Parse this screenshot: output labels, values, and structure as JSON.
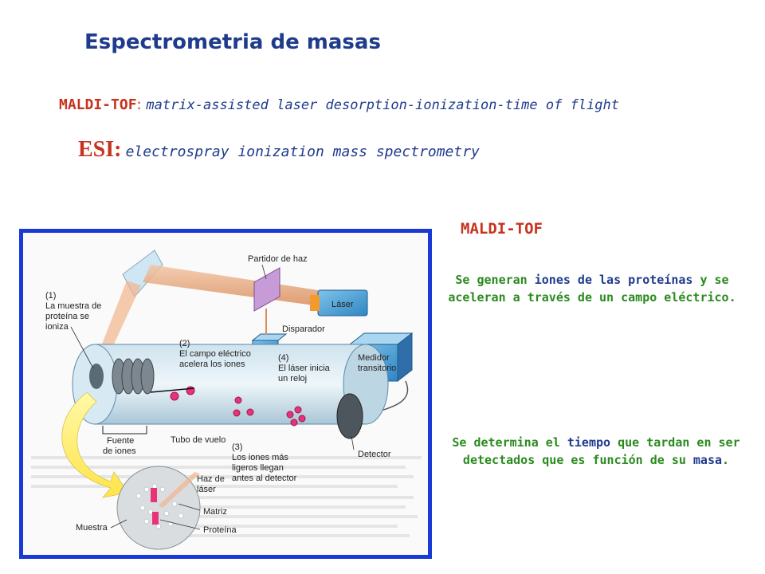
{
  "title": "Espectrometria de masas",
  "maldi": {
    "abbr": "MALDI-TOF",
    "colon": ":",
    "desc": "matrix-assisted laser desorption-ionization-time of flight"
  },
  "esi": {
    "abbr": "ESI:",
    "desc": "electrospray ionization mass spectrometry"
  },
  "side_heading": "MALDI-TOF",
  "para1": {
    "a": "Se generan ",
    "b": "iones de las proteínas",
    "c": " y se aceleran a través de un campo eléctrico."
  },
  "para2": {
    "a": "Se determina el ",
    "b": "tiempo",
    "c": " que tardan en ser detectados que es función de su ",
    "d": "masa",
    "e": "."
  },
  "figure": {
    "labels": {
      "step1": [
        "(1)",
        "La muestra de",
        "proteína se",
        "ioniza"
      ],
      "splitter": "Partidor de haz",
      "laser": "Láser",
      "trigger": "Disparador",
      "step2": [
        "(2)",
        "El campo eléctrico",
        "acelera los iones"
      ],
      "step4": [
        "(4)",
        "El láser inicia",
        "un reloj"
      ],
      "timer": [
        "Medidor",
        "transitorio"
      ],
      "source": [
        "Fuente",
        "de iones"
      ],
      "tube": "Tubo de vuelo",
      "step3": [
        "(3)",
        "Los iones más",
        "ligeros llegan",
        "antes al detector"
      ],
      "detector": "Detector",
      "beam": [
        "Haz de",
        "láser"
      ],
      "matrix": "Matriz",
      "sample": "Muestra",
      "protein": "Proteína"
    }
  },
  "colors": {
    "title_blue": "#1f3b8c",
    "accent_red": "#c8321e",
    "text_green": "#2a8a1e",
    "frame_blue": "#1a3ad6"
  }
}
